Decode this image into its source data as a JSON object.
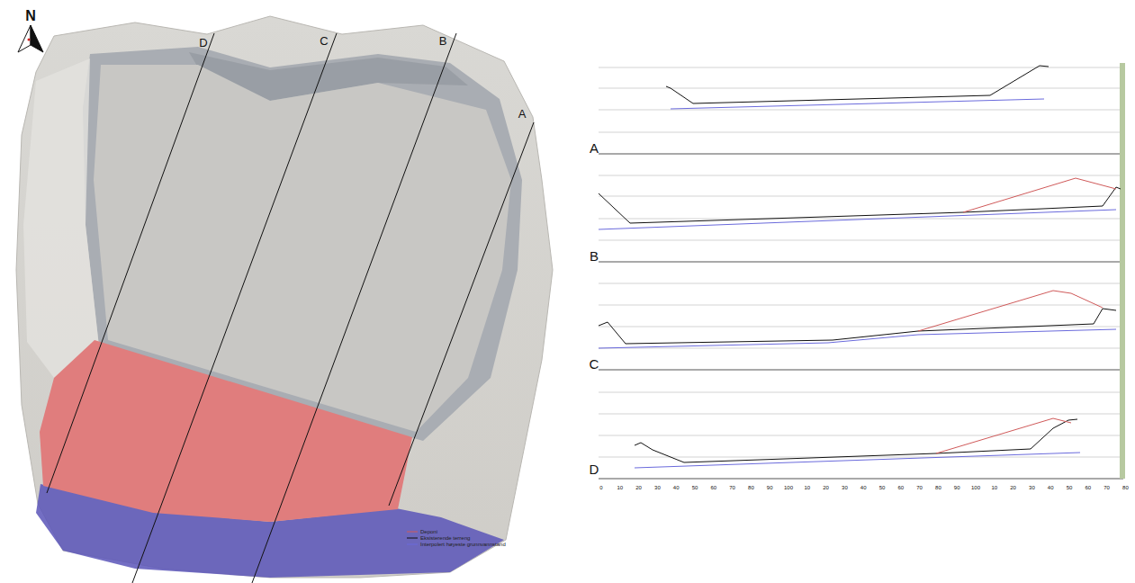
{
  "diagram": {
    "labels": [
      "N",
      "D",
      "C",
      "B",
      "A",
      "A",
      "B",
      "C",
      "D",
      "0",
      "10",
      "20",
      "30",
      "40",
      "50",
      "60",
      "70",
      "80",
      "90",
      "100",
      "10",
      "20",
      "30",
      "40",
      "50",
      "60",
      "70",
      "80",
      "90",
      "100",
      "10",
      "20",
      "30",
      "40",
      "50",
      "60",
      "70",
      "80"
    ],
    "legend": [
      {
        "text": "Deponi"
      },
      {
        "text": "Eksisterende terreng"
      },
      {
        "text": "Interpolert høyeste grunnvannstand"
      }
    ]
  }
}
